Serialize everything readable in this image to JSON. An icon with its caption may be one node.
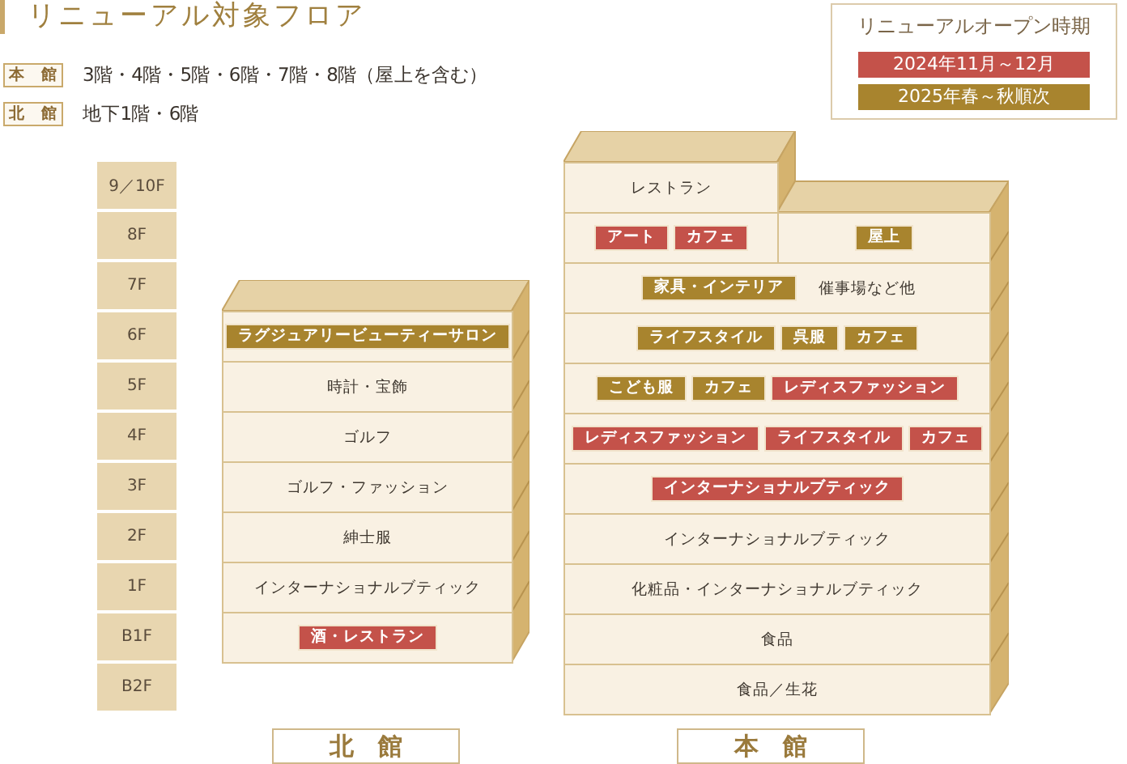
{
  "diagram": {
    "title": "リニューアル対象フロア",
    "nodes": [
      {
        "text": [
          "本　館"
        ],
        "beside": [
          "3階・4階・5階・6階・7階・8階（屋上を含む）"
        ]
      },
      {
        "text": [
          "北　館"
        ],
        "beside": [
          "地下1階・6階"
        ]
      },
      {
        "text": [
          "9／10F"
        ]
      },
      {
        "text": [
          "8F"
        ]
      },
      {
        "text": [
          "7F"
        ]
      },
      {
        "text": [
          "6F"
        ]
      },
      {
        "text": [
          "5F"
        ]
      },
      {
        "text": [
          "4F"
        ]
      },
      {
        "text": [
          "3F"
        ]
      },
      {
        "text": [
          "2F"
        ]
      },
      {
        "text": [
          "1F"
        ]
      },
      {
        "text": [
          "B1F"
        ]
      },
      {
        "text": [
          "B2F"
        ]
      },
      {
        "text": [],
        "shape": "box"
      },
      {
        "text": [],
        "shape": "box",
        "in": 13
      },
      {
        "text": [
          "ラグジュアリービューティーサロン"
        ],
        "in": 14
      },
      {
        "text": [
          "時計・宝飾"
        ],
        "in": 13
      },
      {
        "text": [
          "ゴルフ"
        ],
        "in": 13
      },
      {
        "text": [
          "ゴルフ・ファッション"
        ],
        "in": 13
      },
      {
        "text": [
          "紳士服"
        ],
        "in": 13
      },
      {
        "text": [
          "インターナショナルブティック"
        ],
        "in": 13
      },
      {
        "text": [],
        "shape": "box",
        "in": 13
      },
      {
        "text": [
          "酒・レストラン"
        ],
        "in": 21
      },
      {
        "text": [],
        "shape": "box"
      },
      {
        "text": [
          "レストラン"
        ],
        "in": 23
      },
      {
        "text": [],
        "shape": "box",
        "in": 23
      },
      {
        "text": [
          "アート"
        ],
        "in": 25
      },
      {
        "text": [
          "カフェ"
        ],
        "in": 25
      },
      {
        "text": [],
        "shape": "box",
        "in": 23
      },
      {
        "text": [
          "屋上"
        ],
        "in": 28
      },
      {
        "text": [
          "催事場など他"
        ],
        "in": 23
      },
      {
        "text": [
          "家具・インテリア"
        ],
        "in": 30
      },
      {
        "text": [],
        "shape": "box",
        "in": 23
      },
      {
        "text": [
          "ライフスタイル"
        ],
        "in": 32
      },
      {
        "text": [
          "呉服"
        ],
        "in": 32
      },
      {
        "text": [
          "カフェ"
        ],
        "in": 32
      },
      {
        "text": [],
        "shape": "box",
        "in": 23
      },
      {
        "text": [
          "こども服"
        ],
        "in": 36
      },
      {
        "text": [
          "カフェ"
        ],
        "in": 36
      },
      {
        "text": [
          "レディスファッション"
        ],
        "in": 36
      },
      {
        "text": [],
        "shape": "box",
        "in": 23
      },
      {
        "text": [
          "レディスファッション"
        ],
        "in": 40
      },
      {
        "text": [
          "ライフスタイル"
        ],
        "in": 40
      },
      {
        "text": [
          "カフェ"
        ],
        "in": 40
      },
      {
        "text": [],
        "shape": "box",
        "in": 23
      },
      {
        "text": [
          "インターナショナルブティック"
        ],
        "in": 44
      },
      {
        "text": [
          "インターナショナルブティック"
        ],
        "in": 23
      },
      {
        "text": [
          "化粧品・インターナショナルブティック"
        ],
        "in": 23
      },
      {
        "text": [
          "食品"
        ],
        "in": 23
      },
      {
        "text": [
          "食品／生花"
        ],
        "in": 23
      },
      {
        "text": [
          "北　館"
        ]
      },
      {
        "text": [
          "本　館"
        ]
      }
    ],
    "labels": [
      "リニューアルオープン時期"
    ],
    "legend": [
      {
        "text": "2024年11月～12月",
        "color": "#c4524a"
      },
      {
        "text": "2025年春～秋順次",
        "color": "#a8842e"
      }
    ]
  }
}
